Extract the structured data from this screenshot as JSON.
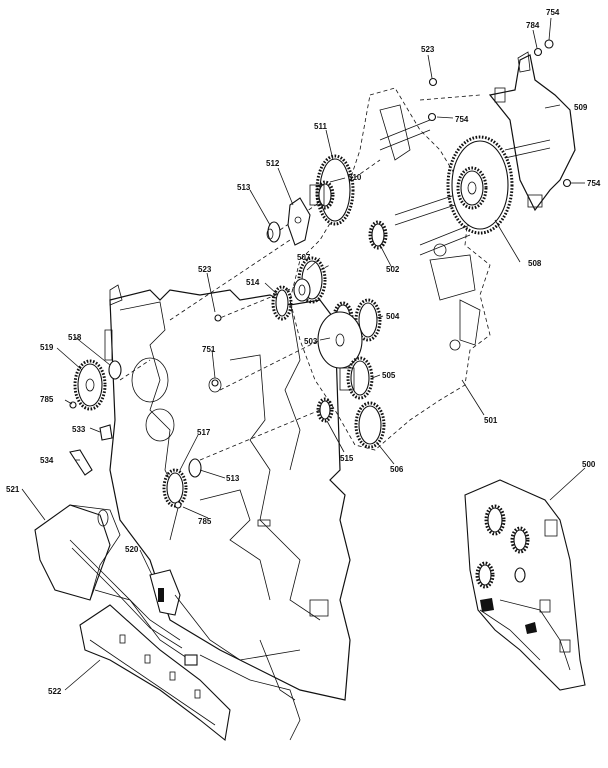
{
  "diagram": {
    "part_labels": [
      {
        "id": "754a",
        "text": "754"
      },
      {
        "id": "784",
        "text": "784"
      },
      {
        "id": "523a",
        "text": "523"
      },
      {
        "id": "509a",
        "text": "509"
      },
      {
        "id": "754b",
        "text": "754"
      },
      {
        "id": "511",
        "text": "511"
      },
      {
        "id": "510",
        "text": "510"
      },
      {
        "id": "754c",
        "text": "754"
      },
      {
        "id": "512",
        "text": "512"
      },
      {
        "id": "513a",
        "text": "513"
      },
      {
        "id": "508",
        "text": "508"
      },
      {
        "id": "507",
        "text": "507"
      },
      {
        "id": "502",
        "text": "502"
      },
      {
        "id": "514",
        "text": "514"
      },
      {
        "id": "523b",
        "text": "523"
      },
      {
        "id": "504",
        "text": "504"
      },
      {
        "id": "503",
        "text": "503"
      },
      {
        "id": "518",
        "text": "518"
      },
      {
        "id": "519",
        "text": "519"
      },
      {
        "id": "751",
        "text": "751"
      },
      {
        "id": "505",
        "text": "505"
      },
      {
        "id": "785a",
        "text": "785"
      },
      {
        "id": "501",
        "text": "501"
      },
      {
        "id": "533",
        "text": "533"
      },
      {
        "id": "515",
        "text": "515"
      },
      {
        "id": "506",
        "text": "506"
      },
      {
        "id": "534",
        "text": "534"
      },
      {
        "id": "517",
        "text": "517"
      },
      {
        "id": "513b",
        "text": "513"
      },
      {
        "id": "500",
        "text": "500"
      },
      {
        "id": "785b",
        "text": "785"
      },
      {
        "id": "521",
        "text": "521"
      },
      {
        "id": "520",
        "text": "520"
      },
      {
        "id": "522",
        "text": "522"
      }
    ]
  }
}
